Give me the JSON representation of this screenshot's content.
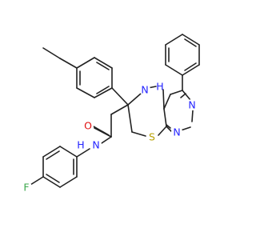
{
  "molecule": {
    "atoms": {
      "n_amide": "N",
      "h_amide": "H",
      "o_carbonyl": "O",
      "s_ring": "S",
      "f_atom": "F",
      "n_ring_nh": "N",
      "h_ring_nh": "H",
      "n_ring_4": "N",
      "n_ring_2": "N",
      "n_ring_1": "N"
    },
    "colors": {
      "carbon_bond": "#222222",
      "nitrogen": "#2424ff",
      "oxygen": "#e01010",
      "sulfur": "#b8a000",
      "fluorine": "#3da84e"
    }
  }
}
